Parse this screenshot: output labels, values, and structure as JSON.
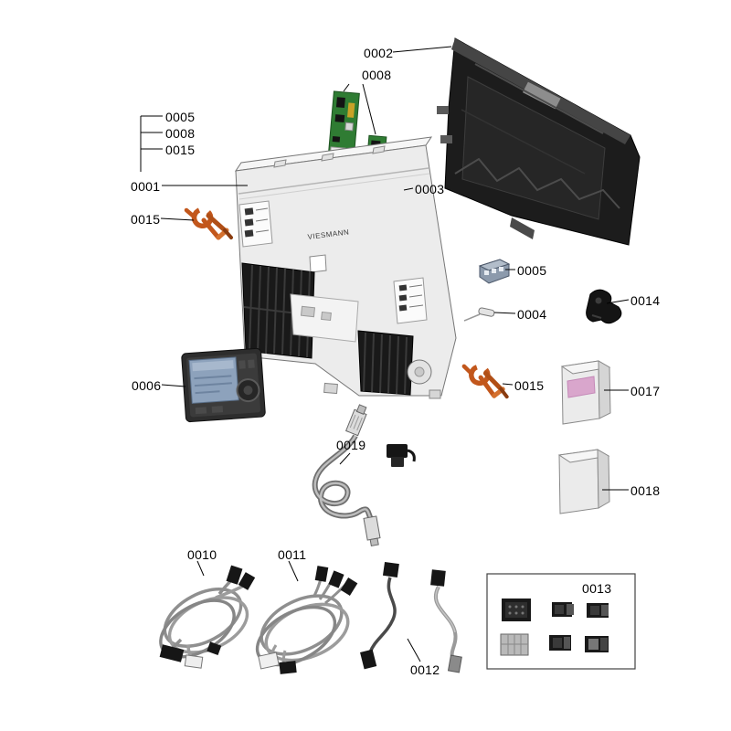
{
  "diagram": {
    "brand_logo": "VIESMANN",
    "bracket": [
      "0005",
      "0008",
      "0015"
    ],
    "labels": {
      "0001": "0001",
      "0002": "0002",
      "0003": "0003",
      "0004": "0004",
      "0005": "0005",
      "0006": "0006",
      "0008": "0008",
      "0010": "0010",
      "0011": "0011",
      "0012": "0012",
      "0013": "0013",
      "0014": "0014",
      "0015": "0015",
      "0017": "0017",
      "0018": "0018",
      "0019": "0019"
    },
    "colors": {
      "background": "#ffffff",
      "leader_line": "#000000",
      "pcb_green": "#2f7c33",
      "clip_orange": "#c2571c",
      "rear_panel_dark": "#1c1c1c",
      "housing_gray": "#ececec",
      "display_screen_blue": "#8da2bc",
      "package_label_pink": "#d9a6cc"
    }
  }
}
